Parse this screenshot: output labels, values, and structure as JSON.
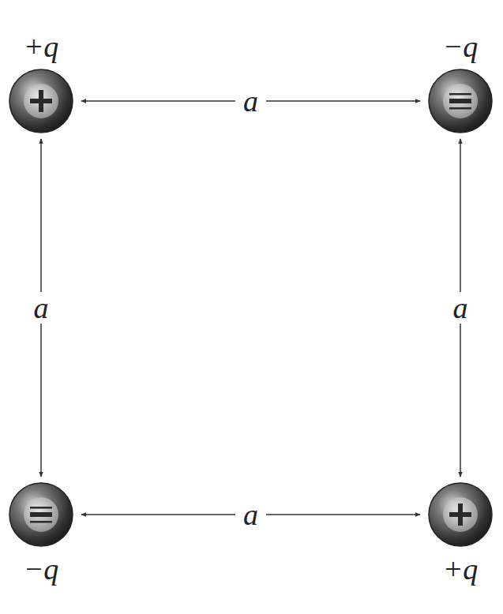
{
  "diagram": {
    "nodes": [
      {
        "text": [
          "+q"
        ]
      },
      {
        "text": [
          "−q"
        ]
      },
      {
        "text": [
          "−q"
        ]
      },
      {
        "text": [
          "+q"
        ]
      }
    ],
    "edges": [
      {
        "from": 0,
        "to": 1,
        "label": "a",
        "arrow": "both"
      },
      {
        "from": 0,
        "to": 2,
        "label": "a",
        "arrow": "both"
      },
      {
        "from": 1,
        "to": 3,
        "label": "a",
        "arrow": "both"
      },
      {
        "from": 2,
        "to": 3,
        "label": "a",
        "arrow": "both"
      }
    ]
  }
}
